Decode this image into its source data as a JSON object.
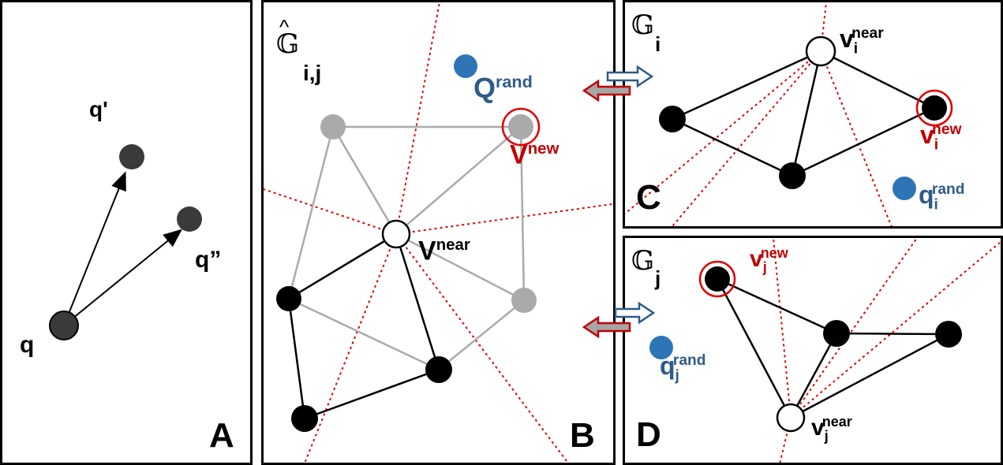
{
  "panels": {
    "a": {
      "letter": "A",
      "nodes": {
        "q": "q",
        "q1": "q'",
        "q2": "q”"
      }
    },
    "b": {
      "letter": "B",
      "graph_symbol": "𝔾",
      "graph_sub": "i,j",
      "q_rand": {
        "base": "Q",
        "sup": "rand"
      },
      "v_new": {
        "base": "V",
        "sup": "new"
      },
      "v_near": {
        "base": "V",
        "sup": "near"
      }
    },
    "c": {
      "letter": "C",
      "graph_symbol": "𝔾",
      "graph_sub": "i",
      "v_near": {
        "base": "v",
        "sub": "i",
        "sup": "near"
      },
      "v_new": {
        "base": "v",
        "sub": "i",
        "sup": "new"
      },
      "q_rand": {
        "base": "q",
        "sub": "i",
        "sup": "rand"
      }
    },
    "d": {
      "letter": "D",
      "graph_symbol": "𝔾",
      "graph_sub": "j",
      "v_new": {
        "base": "v",
        "sub": "j",
        "sup": "new"
      },
      "q_rand": {
        "base": "q",
        "sub": "j",
        "sup": "rand"
      },
      "v_near": {
        "base": "v",
        "sub": "j",
        "sup": "near"
      }
    }
  },
  "colors": {
    "node_dark": "#3a3a3a",
    "node_black": "#000000",
    "node_gray": "#aaaaaa",
    "edge_gray": "#aaaaaa",
    "voronoi_red": "#e00000",
    "q_rand_blue": "#2e75b6",
    "label_blue": "#2e5b8a",
    "label_red": "#c00000",
    "arrow_blue_outline": "#2e5b8a",
    "arrow_red_outline": "#c00000",
    "arrow_gray_fill": "#a6a6a6"
  }
}
